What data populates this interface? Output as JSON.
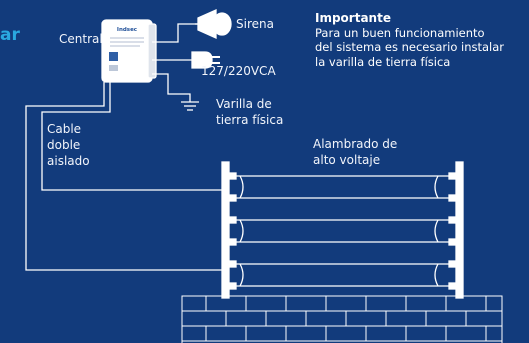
{
  "heading_fragment": "ar",
  "labels": {
    "central": "Central",
    "siren": "Sirena",
    "voltage": "127/220VCA",
    "ground_rod_line1": "Varilla de",
    "ground_rod_line2": "tierra física",
    "cable_line1": "Cable",
    "cable_line2": "doble",
    "cable_line3": "aislado",
    "fence_line1": "Alambrado de",
    "fence_line2": "alto voltaje"
  },
  "device": {
    "brand": "Indsec"
  },
  "important_note": {
    "title": "Importante",
    "line1": "Para un buen funcionamiento",
    "line2": "del sistema es necesario instalar",
    "line3": "la varilla de tierra física"
  },
  "colors": {
    "background": "#123b7c",
    "heading": "#2aa8e0",
    "lines": "#ffffff"
  }
}
